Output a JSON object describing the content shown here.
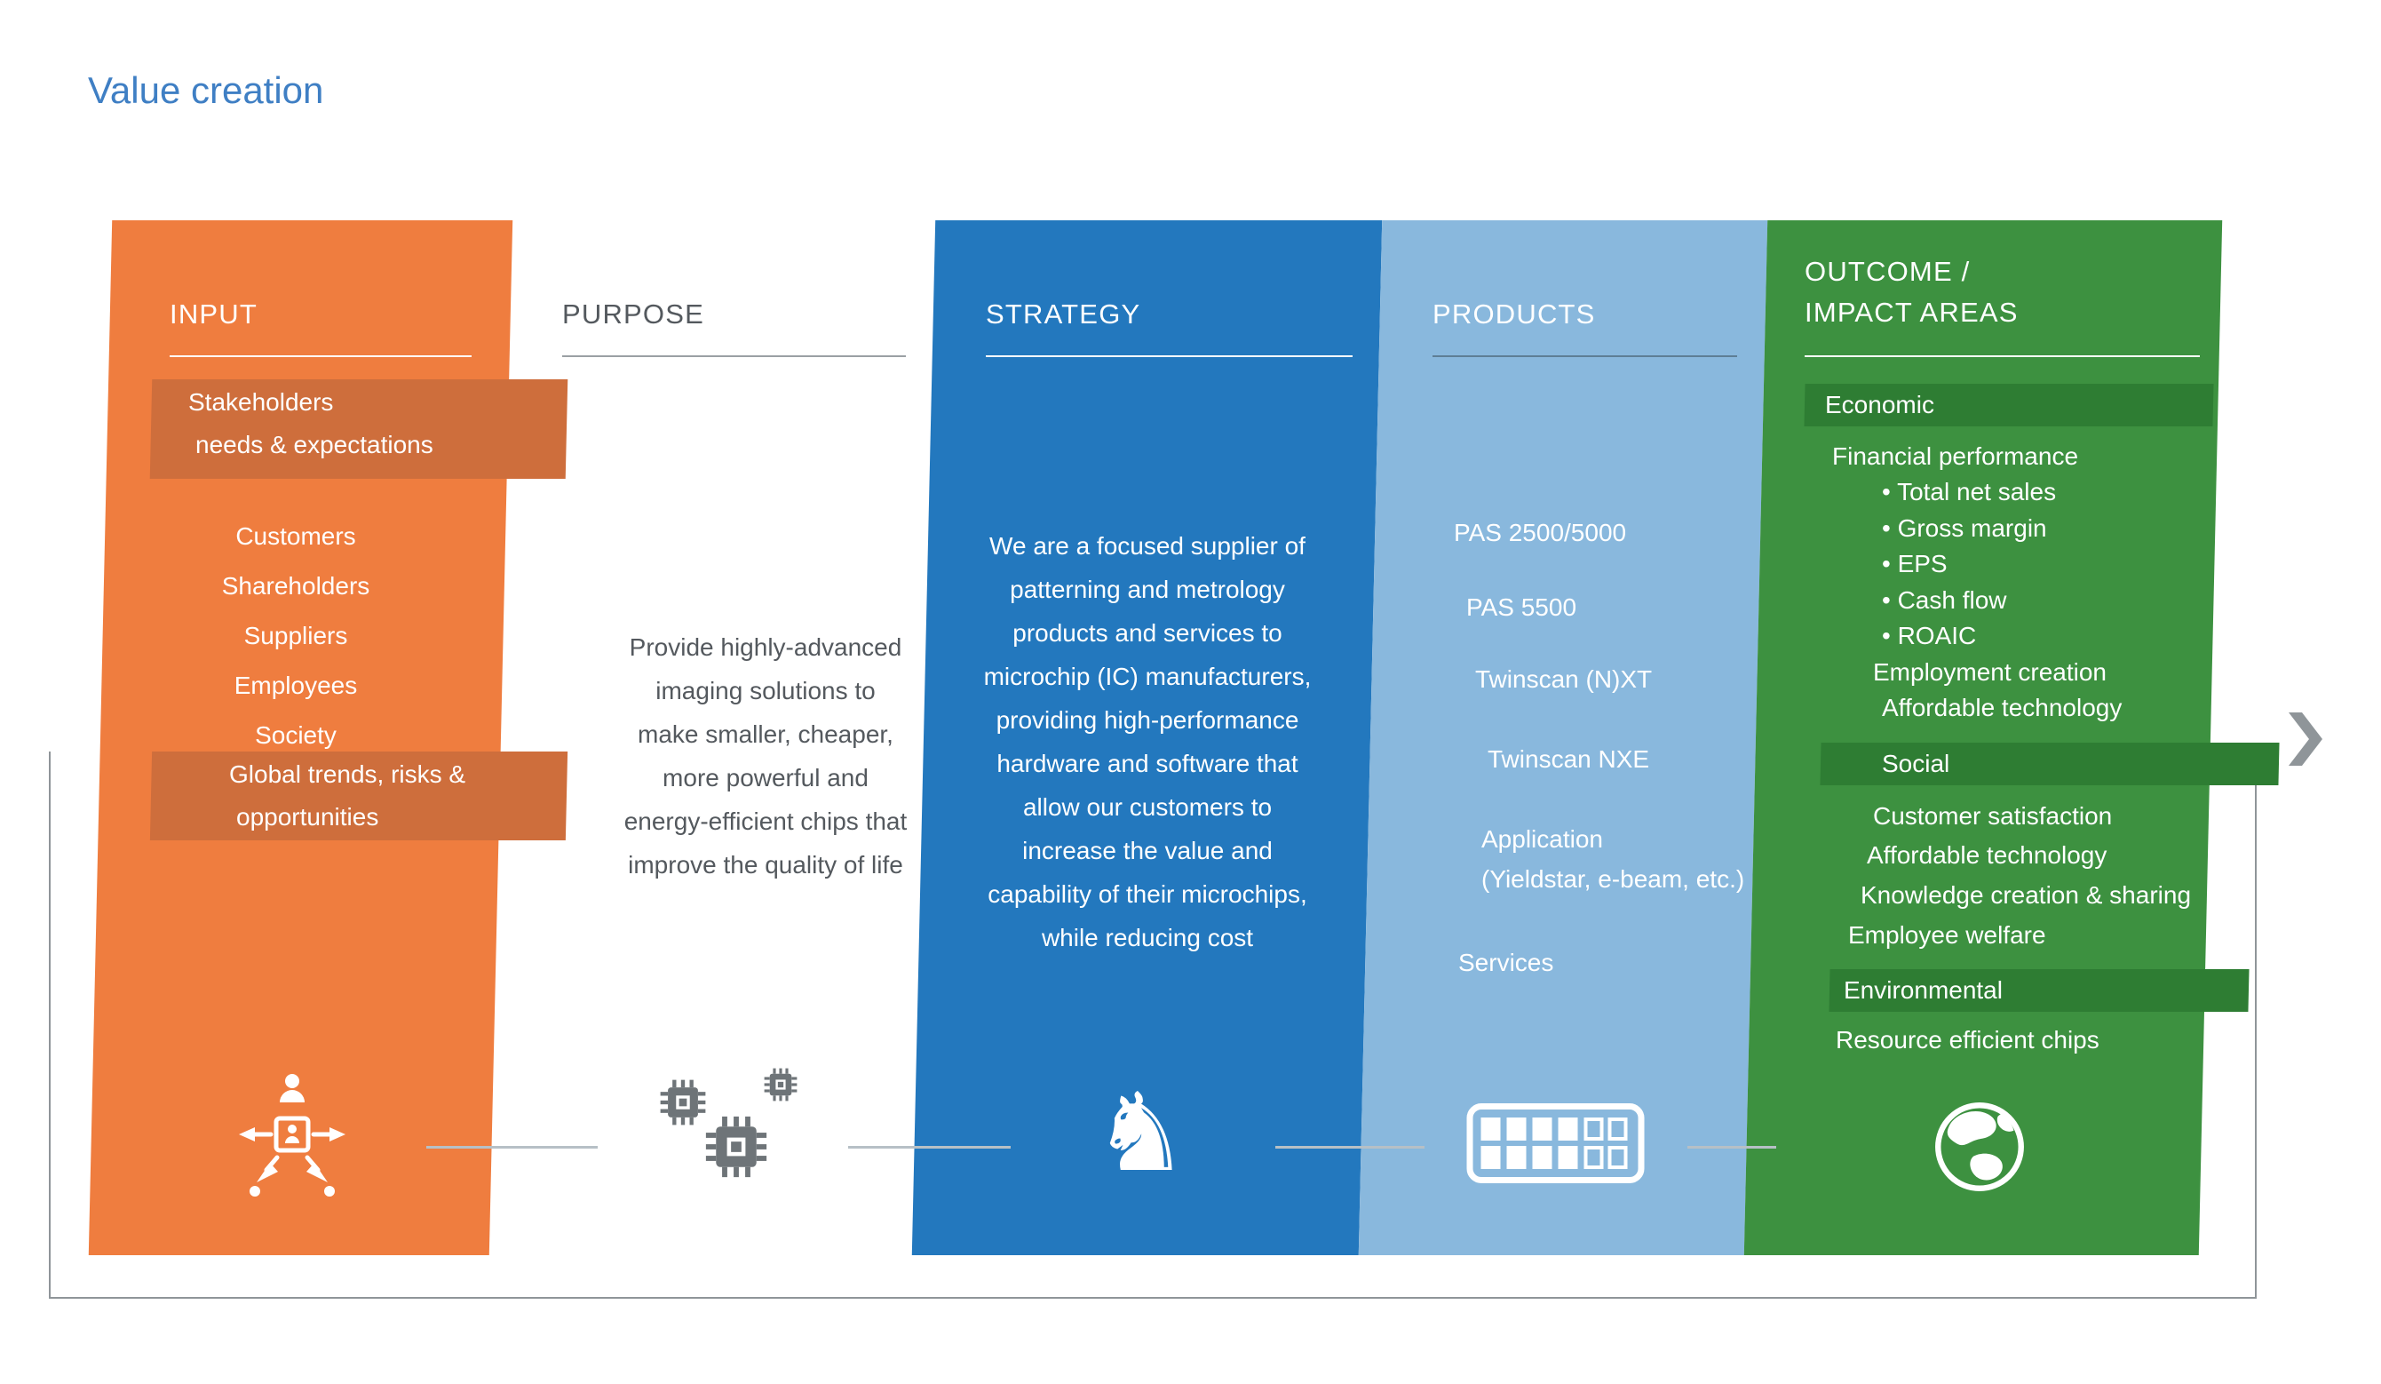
{
  "title": "Value creation",
  "colors": {
    "title": "#3F7FC4",
    "orange": "#EF7D3F",
    "orange_band": "#CE6E3C",
    "blue": "#2378BE",
    "light_blue": "#89B8DD",
    "green": "#3D9140",
    "green_band": "#2E7D33",
    "text_gray": "#54595E",
    "rule_gray": "#9AA0A4",
    "products_rule": "#5E7E95",
    "frame_gray": "#8F9599",
    "connector_gray": "#B7C0C6",
    "icon_gray": "#6E7478"
  },
  "input": {
    "header": "INPUT",
    "stakeholders_band": {
      "line1": "Stakeholders",
      "line2": "needs & expectations"
    },
    "items": [
      "Customers",
      "Shareholders",
      "Suppliers",
      "Employees",
      "Society"
    ],
    "global_band": {
      "line1": "Global trends, risks &",
      "line2": "opportunities"
    },
    "icon": "stakeholders-icon"
  },
  "purpose": {
    "header": "PURPOSE",
    "text": "Provide highly-advanced\nimaging solutions to\nmake smaller, cheaper,\nmore powerful and\nenergy-efficient chips that\nimprove the quality of life",
    "icon": "microchips-icon"
  },
  "strategy": {
    "header": "STRATEGY",
    "text": "We are a focused supplier of\npatterning and metrology\nproducts and services to\nmicrochip (IC) manufacturers,\nproviding high-performance\nhardware and software that\nallow our customers to\nincrease the value and\ncapability of their microchips,\nwhile reducing cost",
    "icon": "chess-knight-icon"
  },
  "products": {
    "header": "PRODUCTS",
    "items": [
      "PAS 2500/5000",
      "PAS 5500",
      "Twinscan (N)XT",
      "Twinscan NXE",
      "Application",
      "(Yieldstar, e-beam, etc.)",
      "Services"
    ],
    "icon": "wafer-grid-icon"
  },
  "outcome": {
    "header_line1": "OUTCOME /",
    "header_line2": "IMPACT AREAS",
    "economic": {
      "band": "Economic",
      "items": [
        "Financial performance",
        "• Total net sales",
        "• Gross margin",
        "• EPS",
        "• Cash flow",
        "• ROAIC",
        "Employment creation",
        "Affordable technology"
      ]
    },
    "social": {
      "band": "Social",
      "items": [
        "Customer satisfaction",
        "Affordable technology",
        "Knowledge creation & sharing",
        "Employee welfare"
      ]
    },
    "environmental": {
      "band": "Environmental",
      "items": [
        "Resource efficient chips"
      ]
    },
    "icon": "globe-icon"
  }
}
